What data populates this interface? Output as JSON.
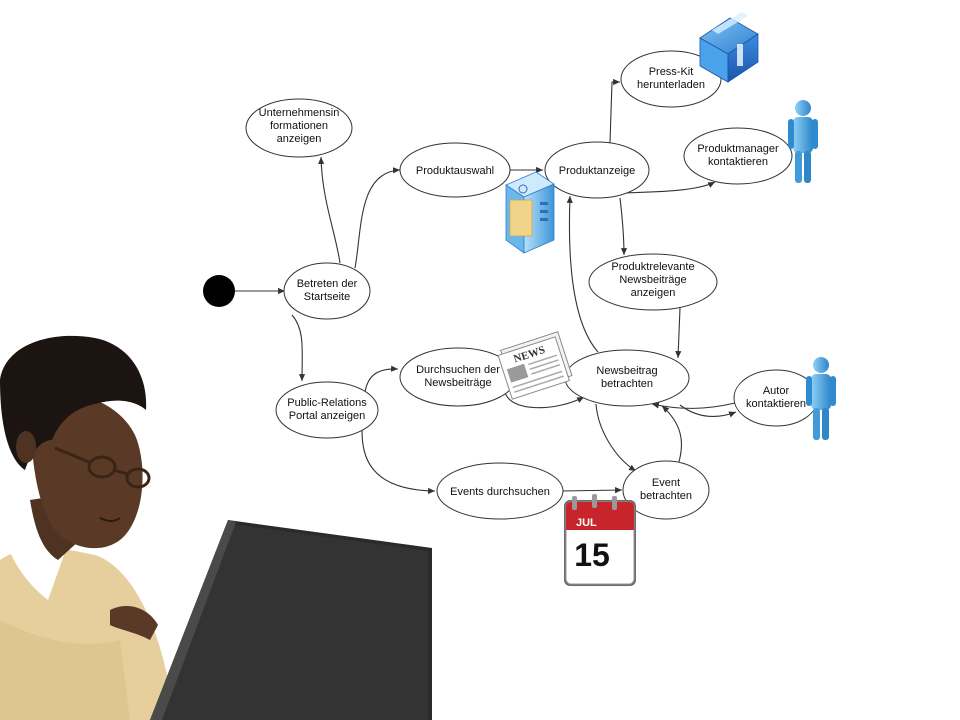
{
  "diagram": {
    "nodes": [
      {
        "id": "start",
        "kind": "initial-state"
      },
      {
        "id": "startseite",
        "lines": [
          "Betreten der",
          "Startseite"
        ]
      },
      {
        "id": "unternehmensinfo",
        "lines": [
          "Unternehmensin",
          "formationen",
          "anzeigen"
        ]
      },
      {
        "id": "produktauswahl",
        "lines": [
          "Produktauswahl"
        ]
      },
      {
        "id": "produktanzeige",
        "lines": [
          "Produktanzeige"
        ]
      },
      {
        "id": "presskit",
        "lines": [
          "Press-Kit",
          "herunterladen"
        ]
      },
      {
        "id": "produktmanager",
        "lines": [
          "Produktmanager",
          "kontaktieren"
        ]
      },
      {
        "id": "produktnews",
        "lines": [
          "Produktrelevante",
          "Newsbeiträge",
          "anzeigen"
        ]
      },
      {
        "id": "prportal",
        "lines": [
          "Public-Relations",
          "Portal anzeigen"
        ]
      },
      {
        "id": "durchsuchen",
        "lines": [
          "Durchsuchen der",
          "Newsbeiträge"
        ]
      },
      {
        "id": "newsbeitrag",
        "lines": [
          "Newsbeitrag",
          "betrachten"
        ]
      },
      {
        "id": "autor",
        "lines": [
          "Autor",
          "kontaktieren"
        ]
      },
      {
        "id": "events",
        "lines": [
          "Events durchsuchen"
        ]
      },
      {
        "id": "event",
        "lines": [
          "Event",
          "betrachten"
        ]
      }
    ],
    "edges": [
      {
        "from": "start",
        "to": "startseite"
      },
      {
        "from": "startseite",
        "to": "unternehmensinfo"
      },
      {
        "from": "startseite",
        "to": "produktauswahl"
      },
      {
        "from": "startseite",
        "to": "prportal"
      },
      {
        "from": "produktauswahl",
        "to": "produktanzeige"
      },
      {
        "from": "produktanzeige",
        "to": "presskit"
      },
      {
        "from": "produktanzeige",
        "to": "produktmanager"
      },
      {
        "from": "produktanzeige",
        "to": "produktnews"
      },
      {
        "from": "produktnews",
        "to": "newsbeitrag"
      },
      {
        "from": "newsbeitrag",
        "to": "produktanzeige"
      },
      {
        "from": "prportal",
        "to": "durchsuchen"
      },
      {
        "from": "prportal",
        "to": "events"
      },
      {
        "from": "durchsuchen",
        "to": "newsbeitrag"
      },
      {
        "from": "newsbeitrag",
        "to": "autor"
      },
      {
        "from": "autor",
        "to": "newsbeitrag"
      },
      {
        "from": "newsbeitrag",
        "to": "event"
      },
      {
        "from": "event",
        "to": "newsbeitrag"
      },
      {
        "from": "events",
        "to": "event"
      }
    ]
  },
  "icons": {
    "calendar_month": "JUL",
    "calendar_day": "15",
    "newspaper_masthead": "NEWS"
  },
  "colors": {
    "node_stroke": "#333333",
    "edge": "#333333",
    "initial_state": "#000000",
    "figure_blue": "#3e9fd8",
    "box_blue": "#2f7fd0",
    "calendar_red": "#c8242b",
    "skin": "#5a3a26",
    "sweater": "#e6cf9c",
    "laptop": "#2a2a2a"
  }
}
